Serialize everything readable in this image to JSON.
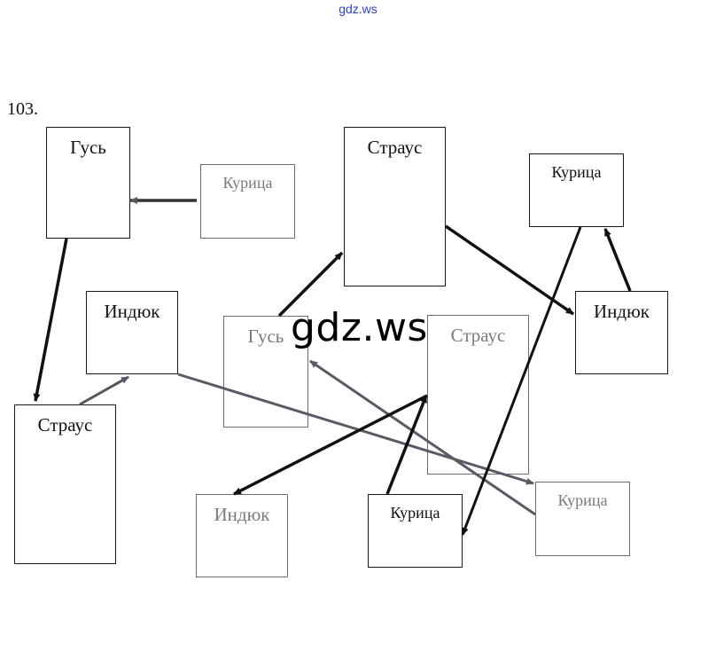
{
  "watermark_top": "gdz.ws",
  "watermark_center": "gdz.ws",
  "exercise_number": "103.",
  "nodes": [
    {
      "id": "gus1",
      "label": "Гусь"
    },
    {
      "id": "kurica1",
      "label": "Курица"
    },
    {
      "id": "straus1",
      "label": "Страус"
    },
    {
      "id": "kurica2",
      "label": "Курица"
    },
    {
      "id": "indyuk1",
      "label": "Индюк"
    },
    {
      "id": "indyuk2",
      "label": "Индюк"
    },
    {
      "id": "gus2",
      "label": "Гусь"
    },
    {
      "id": "straus2",
      "label": "Страус"
    },
    {
      "id": "straus3",
      "label": "Страус"
    },
    {
      "id": "kurica3",
      "label": "Курица"
    },
    {
      "id": "indyuk3",
      "label": "Индюк"
    },
    {
      "id": "kurica4",
      "label": "Курица"
    }
  ],
  "edges": [
    {
      "from": "kurica1",
      "to": "gus1"
    },
    {
      "from": "gus1",
      "to": "straus3"
    },
    {
      "from": "straus3",
      "to": "indyuk1"
    },
    {
      "from": "indyuk1",
      "to": "kurica3"
    },
    {
      "from": "kurica3",
      "to": "gus2"
    },
    {
      "from": "gus2",
      "to": "straus1"
    },
    {
      "from": "straus1",
      "to": "indyuk2"
    },
    {
      "from": "indyuk2",
      "to": "kurica2"
    },
    {
      "from": "kurica2",
      "to": "kurica4"
    },
    {
      "from": "kurica4",
      "to": "straus2"
    },
    {
      "from": "straus2",
      "to": "indyuk3"
    }
  ]
}
